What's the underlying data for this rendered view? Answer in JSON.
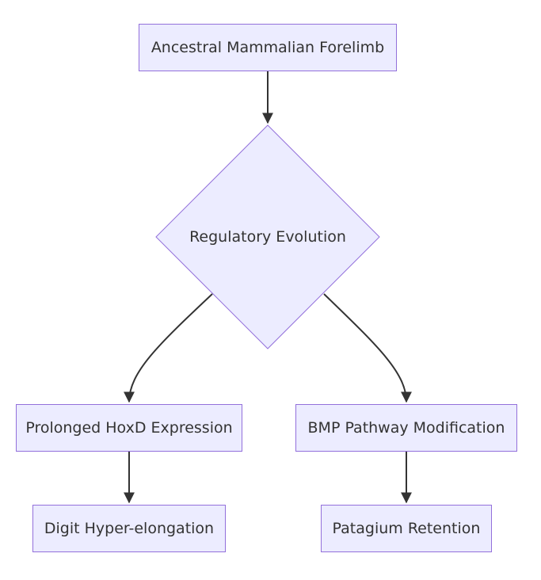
{
  "diagram": {
    "nodes": {
      "root": "Ancestral Mammalian Forelimb",
      "decision": "Regulatory Evolution",
      "left_branch": "Prolonged HoxD Expression",
      "right_branch": "BMP Pathway Modification",
      "left_leaf": "Digit Hyper-elongation",
      "right_leaf": "Patagium Retention"
    },
    "edges": [
      {
        "from": "root",
        "to": "decision"
      },
      {
        "from": "decision",
        "to": "left_branch"
      },
      {
        "from": "decision",
        "to": "right_branch"
      },
      {
        "from": "left_branch",
        "to": "left_leaf"
      },
      {
        "from": "right_branch",
        "to": "right_leaf"
      }
    ],
    "colors": {
      "node_fill": "#ececff",
      "node_border": "#9370db",
      "edge": "#333333",
      "text": "#333333"
    }
  }
}
